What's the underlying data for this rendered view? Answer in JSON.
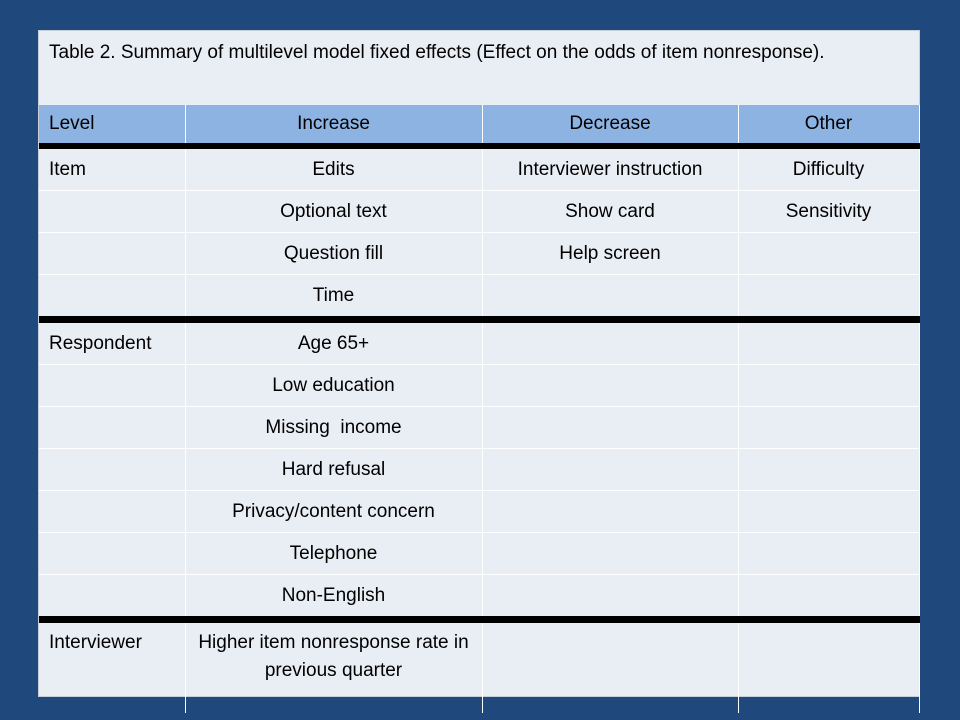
{
  "caption": "Table 2. Summary of multilevel model fixed effects (Effect on the odds of item nonresponse).",
  "headers": [
    "Level",
    "Increase",
    "Decrease",
    "Other"
  ],
  "rows": [
    [
      "Item",
      "Edits",
      "Interviewer instruction",
      "Difficulty"
    ],
    [
      "",
      "Optional text",
      "Show card",
      "Sensitivity"
    ],
    [
      "",
      "Question fill",
      "Help screen",
      ""
    ],
    [
      "",
      "Time",
      "",
      ""
    ],
    [
      "Respondent",
      "Age 65+",
      "",
      ""
    ],
    [
      "",
      "Low education",
      "",
      ""
    ],
    [
      "",
      "Missing  income",
      "",
      ""
    ],
    [
      "",
      "Hard refusal",
      "",
      ""
    ],
    [
      "",
      "Privacy/content concern",
      "",
      ""
    ],
    [
      "",
      "Telephone",
      "",
      ""
    ],
    [
      "",
      "Non-English",
      "",
      ""
    ],
    [
      "Interviewer",
      "Higher item nonresponse rate in previous quarter",
      "",
      ""
    ]
  ],
  "colors": {
    "background": "#1f497d",
    "header_fill": "#8db3e2",
    "body_fill": "#e9edf4",
    "group_rule": "#000000"
  }
}
